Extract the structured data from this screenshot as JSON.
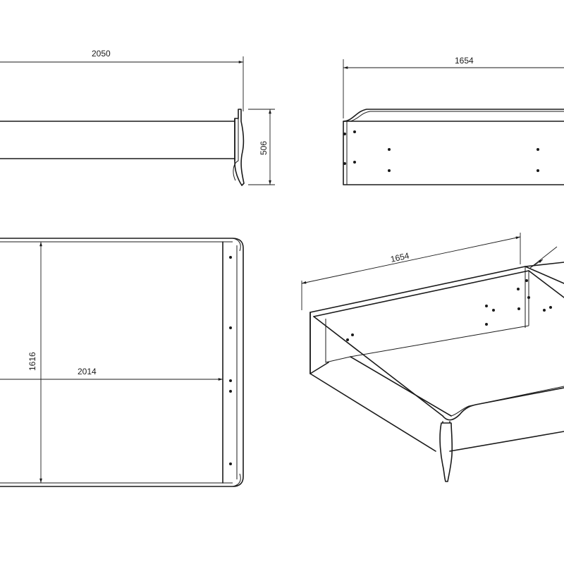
{
  "dimensions": {
    "side_length": "2050",
    "side_height": "506",
    "front_width": "1654",
    "top_width": "1616",
    "top_length": "2014",
    "iso_width": "1654"
  }
}
